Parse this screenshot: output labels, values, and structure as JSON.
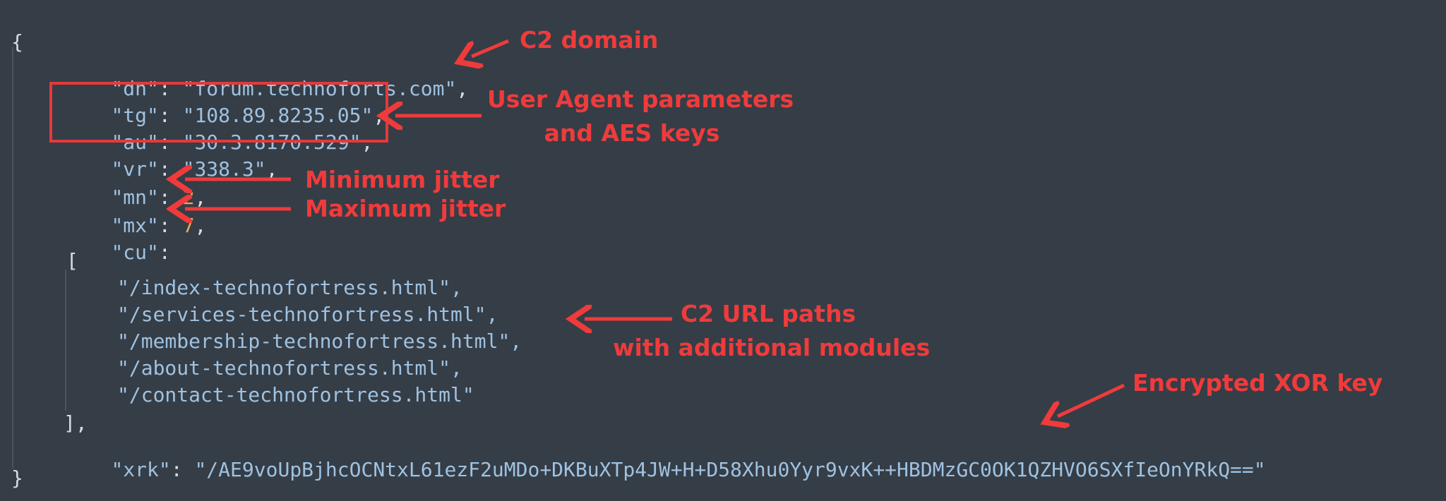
{
  "code": {
    "open_brace": "{",
    "close_brace": "}",
    "dn": {
      "key": "\"dn\"",
      "value": "\"forum.technoforts.com\""
    },
    "tg": {
      "key": "\"tg\"",
      "value": "\"108.89.8235.05\""
    },
    "au": {
      "key": "\"au\"",
      "value": "\"30.3.8170.529\""
    },
    "vr": {
      "key": "\"vr\"",
      "value": "\"338.3\""
    },
    "mn": {
      "key": "\"mn\"",
      "value": "2"
    },
    "mx": {
      "key": "\"mx\"",
      "value": "7"
    },
    "cu": {
      "key": "\"cu\""
    },
    "open_bracket": "[",
    "close_bracket": "],",
    "paths": [
      "\"/index-technofortress.html\",",
      "\"/services-technofortress.html\",",
      "\"/membership-technofortress.html\",",
      "\"/about-technofortress.html\",",
      "\"/contact-technofortress.html\""
    ],
    "xrk": {
      "key": "\"xrk\"",
      "value": "\"/AE9voUpBjhcOCNtxL61ezF2uMDo+DKBuXTp4JW+H+D58Xhu0Yyr9vxK++HBDMzGC0OK1QZHVO6SXfIeOnYRkQ==\""
    }
  },
  "annotations": {
    "c2_domain": "C2 domain",
    "ua_line1": "User Agent parameters",
    "ua_line2": "and AES keys",
    "min_jitter": "Minimum jitter",
    "max_jitter": "Maximum jitter",
    "url_line1": "C2 URL paths",
    "url_line2": "with additional modules",
    "xor_key": "Encrypted XOR key"
  },
  "colors": {
    "background": "#353d47",
    "key_string": "#9fc2e0",
    "number": "#f0a35e",
    "punctuation": "#d6dde4",
    "annotation": "#ef3b3b"
  }
}
